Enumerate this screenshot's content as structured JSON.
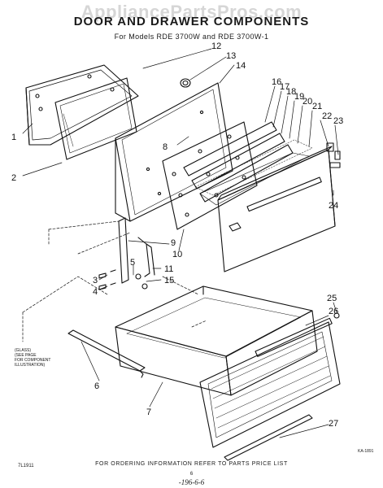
{
  "watermark": "AppliancePartsPros.com",
  "title": "DOOR AND DRAWER COMPONENTS",
  "subtitle": "For Models RDE 3700W and RDE 3700W-1",
  "callouts": [
    "1",
    "2",
    "3",
    "4",
    "5",
    "6",
    "7",
    "8",
    "9",
    "10",
    "11",
    "12",
    "13",
    "14",
    "15",
    "16",
    "17",
    "18",
    "19",
    "20",
    "21",
    "22",
    "23",
    "24",
    "25",
    "26",
    "27"
  ],
  "note_lines": [
    "(GLASS)",
    "(SEE PAGE",
    "FOR COMPONENT",
    "ILLUSTRATION)"
  ],
  "footer": "FOR ORDERING INFORMATION REFER TO PARTS PRICE LIST",
  "page_number": "6",
  "bottom_code": "-196-6-6",
  "left_code": "7L1911",
  "ref_code": "KA-1891"
}
